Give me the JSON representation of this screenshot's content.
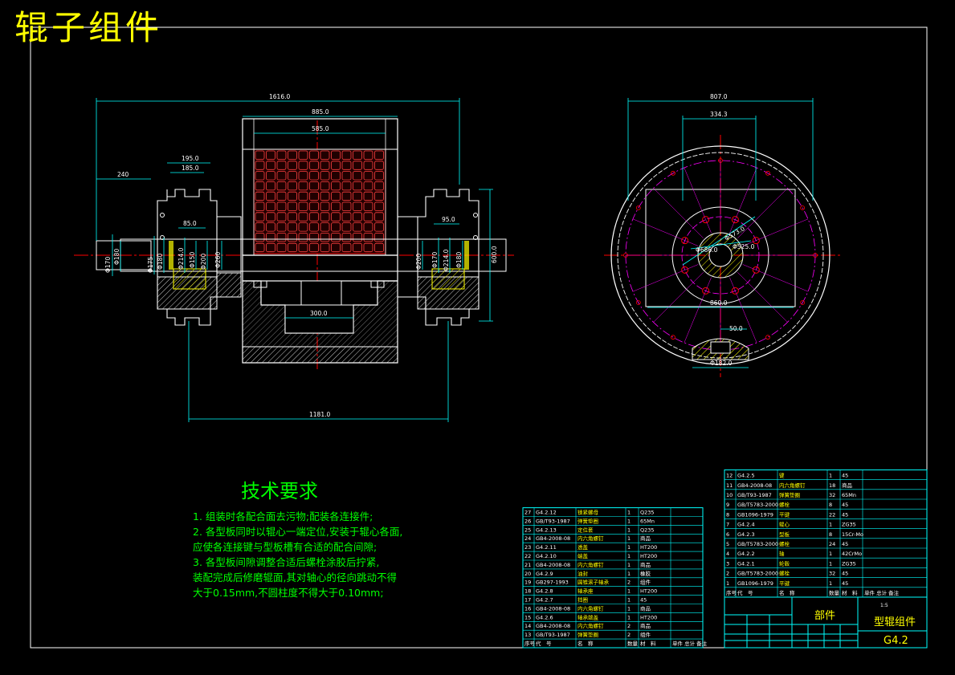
{
  "title": "辊子组件",
  "dims": {
    "overall_length": "1616.0",
    "drum_width": "885.0",
    "pattern_width": "585.0",
    "hub_left_1": "195.0",
    "hub_left_2": "185.0",
    "shaft_left": "240",
    "bearing_gap_left": "85.0",
    "bearing_gap_right": "95.0",
    "base_height": "600.0",
    "base_inner": "300.0",
    "base_span": "1181.0",
    "side_dia_top": "807.0",
    "side_dia_inner": "334.3",
    "side_dia_860": "860.0",
    "side_dia_bottom": "Φ182.0",
    "side_slot": "50.0",
    "side_r1": "Φ686.0",
    "side_r2": "Φ573.0",
    "side_r3": "Φ525.0",
    "d_left_1": "Φ170",
    "d_left_2": "Φ180",
    "d_left_3": "Φ175",
    "d_left_4": "Φ180",
    "d_left_5": "Φ214.0",
    "d_left_6": "Φ150",
    "d_left_7": "Φ200",
    "d_left_8": "Φ260",
    "d_right_1": "Φ200",
    "d_right_2": "Φ170",
    "d_right_3": "Φ214.0",
    "d_right_4": "Φ180"
  },
  "tech": {
    "heading": "技术要求",
    "items": [
      "1. 组装时各配合面去污物;配装各连接件;",
      "2. 各型板同时以辊心一端定位,安装于辊心各面,",
      "   应使各连接键与型板槽有合适的配合间隙;",
      "3. 各型板间隙调整合适后螺栓涂胶后拧紧,",
      "   装配完成后修磨辊面,其对轴心的径向跳动不得",
      "   大于0.15mm,不圆柱度不得大于0.10mm;"
    ]
  },
  "bom_left": {
    "rows": [
      [
        "27",
        "G4.2.12",
        "锁紧螺母",
        "1",
        "Q235",
        ""
      ],
      [
        "26",
        "GB/T93-1987",
        "弹簧垫圈",
        "1",
        "65Mn",
        ""
      ],
      [
        "25",
        "G4.2.13",
        "定位套",
        "1",
        "Q235",
        ""
      ],
      [
        "24",
        "GB4-2008-08",
        "内六角螺钉",
        "1",
        "商品",
        ""
      ],
      [
        "23",
        "G4.2.11",
        "透盖",
        "1",
        "HT200",
        ""
      ],
      [
        "22",
        "G4.2.10",
        "端盖",
        "1",
        "HT200",
        ""
      ],
      [
        "21",
        "GB4-2008-08",
        "内六角螺钉",
        "1",
        "商品",
        ""
      ],
      [
        "20",
        "G4.2.9",
        "油封",
        "1",
        "橡胶",
        ""
      ],
      [
        "19",
        "GB297-1993",
        "圆锥滚子轴承",
        "2",
        "组件",
        ""
      ],
      [
        "18",
        "G4.2.8",
        "轴承座",
        "1",
        "HT200",
        ""
      ],
      [
        "17",
        "G4.2.7",
        "挡圈",
        "1",
        "45",
        ""
      ],
      [
        "16",
        "GB4-2008-08",
        "内六角螺钉",
        "1",
        "商品",
        ""
      ],
      [
        "15",
        "G4.2.6",
        "轴承端盖",
        "1",
        "HT200",
        ""
      ],
      [
        "14",
        "GB4-2008-08",
        "内六角螺钉",
        "2",
        "商品",
        ""
      ],
      [
        "13",
        "GB/T93-1987",
        "弹簧垫圈",
        "2",
        "组件",
        ""
      ]
    ],
    "header": [
      "序号",
      "代　号",
      "名　称",
      "数量",
      "材　料",
      "单件 总计 备注"
    ]
  },
  "bom_right": {
    "rows": [
      [
        "12",
        "G4.2.5",
        "键",
        "1",
        "45",
        ""
      ],
      [
        "11",
        "GB4-2008-08",
        "内六角螺钉",
        "18",
        "商品",
        ""
      ],
      [
        "10",
        "GB/T93-1987",
        "弹簧垫圈",
        "32",
        "65Mn",
        ""
      ],
      [
        "9",
        "GB/T5783-2000",
        "螺栓",
        "8",
        "45",
        ""
      ],
      [
        "8",
        "GB1096-1979",
        "平键",
        "22",
        "45",
        ""
      ],
      [
        "7",
        "G4.2.4",
        "辊心",
        "1",
        "ZG35",
        ""
      ],
      [
        "6",
        "G4.2.3",
        "型板",
        "8",
        "15Cr-Mo",
        ""
      ],
      [
        "5",
        "GB/T5783-2000",
        "螺栓",
        "24",
        "45",
        ""
      ],
      [
        "4",
        "G4.2.2",
        "轴",
        "1",
        "42CrMo",
        ""
      ],
      [
        "3",
        "G4.2.1",
        "轮毂",
        "1",
        "ZG35",
        ""
      ],
      [
        "2",
        "GB/T5783-2000",
        "螺栓",
        "32",
        "45",
        ""
      ],
      [
        "1",
        "GB1096-1979",
        "平键",
        "1",
        "45",
        ""
      ]
    ],
    "header": [
      "序号",
      "代　号",
      "名　称",
      "数量",
      "材　料",
      "单件 总计 备注"
    ]
  },
  "titleblock": {
    "part_label": "部件",
    "name": "型辊组件",
    "code": "G4.2",
    "scale": "1:5"
  },
  "colors": {
    "background": "#000000",
    "outline": "#ffffff",
    "dimension": "#00ffff",
    "centerline": "#ff0000",
    "hatch": "#ffff00",
    "pattern": "#ff0000",
    "text_title": "#ffff00",
    "text_tech": "#00ff00",
    "pitch_circle": "#ff00ff",
    "magenta": "#ff00ff"
  }
}
